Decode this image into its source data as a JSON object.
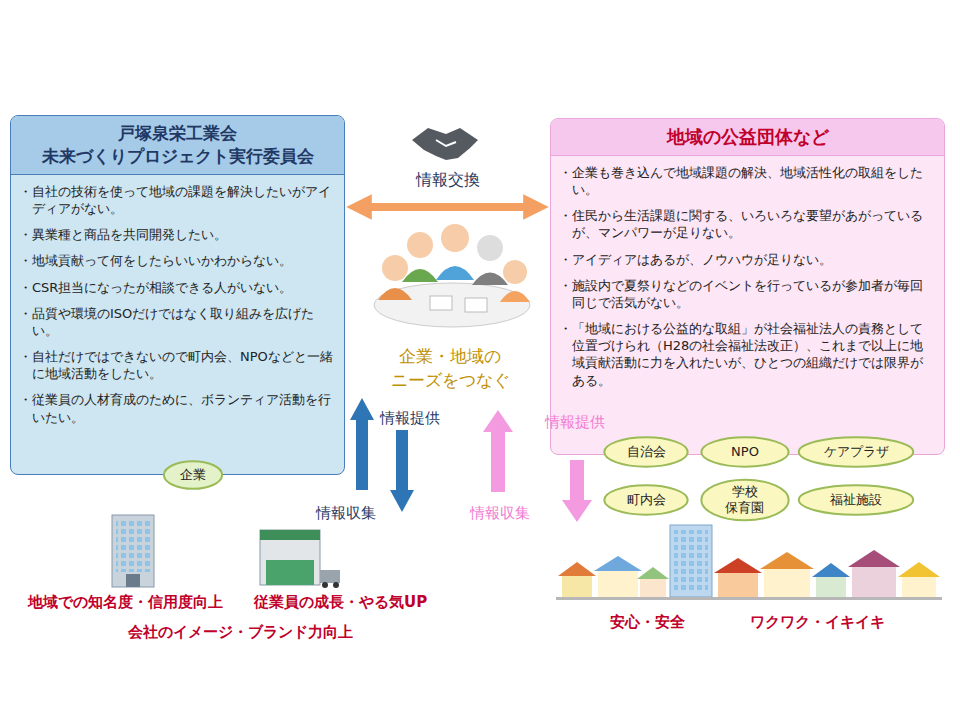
{
  "diagram": {
    "nodes": [
      {
        "text": [
          "戸塚泉栄工業会 未来づくりプロジェクト実行委員会",
          "・自社の技術を使って地域の課題を解決したいがアイディアがない。",
          "・異業種と商品を共同開発したい。",
          "・地域貢献って何をしたらいいかわからない。",
          "・CSR担当になったが相談できる人がいない。",
          "・品質や環境のISOだけではなく取り組みを広げたい。",
          "・自社だけではできないので町内会、NPOなどと一緒に地域活動をしたい。",
          "・従業員の人材育成のために、ボランティア活動を行いたい。"
        ]
      },
      {
        "text": [
          "企業"
        ]
      },
      {
        "text": [
          "地域の公益団体など",
          "・企業も巻き込んで地域課題の解決、地域活性化の取組をしたい。",
          "・住民から生活課題に関する、いろいろな要望があがっているが、マンパワーが足りない。",
          "・アイディアはあるが、ノウハウが足りない。",
          "・施設内で夏祭りなどのイベントを行っているが参加者が毎回同じで活気がない。",
          "・「地域における公益的な取組」が社会福祉法人の責務として位置づけられ（H28の社会福祉法改正）、これまで以上に地域貢献活動に力を入れたいが、ひとつの組織だけでは限界がある。"
        ]
      },
      {
        "text": [
          "自治会"
        ]
      },
      {
        "text": [
          "NPO"
        ]
      },
      {
        "text": [
          "ケアプラザ"
        ]
      },
      {
        "text": [
          "町内会"
        ]
      },
      {
        "text": [
          "学校 保育園"
        ]
      },
      {
        "text": [
          "福祉施設"
        ]
      }
    ],
    "edges": [
      {
        "from": 0,
        "to": 2,
        "arrow": "both",
        "label": "情報交換"
      }
    ],
    "labels": [
      "企業・地域の ニーズをつなぐ",
      "情報提供",
      "情報収集",
      "情報提供",
      "情報収集",
      "地域での知名度・信用度向上",
      "従業員の成長・やる気UP",
      "会社のイメージ・ブランド力向上",
      "安心・安全",
      "ワクワク・イキイキ"
    ]
  }
}
